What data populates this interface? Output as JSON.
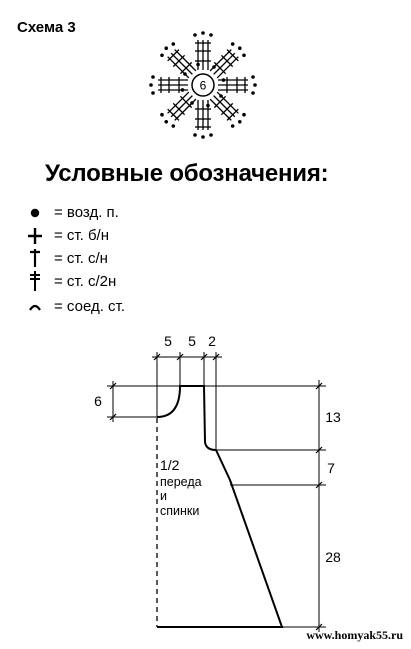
{
  "scheme": {
    "title": "Схема 3",
    "center_label": "6"
  },
  "legend": {
    "title": "Условные обозначения:",
    "items": [
      {
        "icon": "dot-icon",
        "text": "= возд. п."
      },
      {
        "icon": "cross-icon",
        "text": "= ст. б/н"
      },
      {
        "icon": "dagger-icon",
        "text": "= ст. с/н"
      },
      {
        "icon": "double-dagger-icon",
        "text": "= ст. с/2н"
      },
      {
        "icon": "arc-icon",
        "text": "= соед. ст."
      }
    ]
  },
  "pattern": {
    "dims": {
      "top_left": "5",
      "top_mid": "5",
      "top_right": "2",
      "left_neck": "6",
      "right_upper": "13",
      "right_mid": "7",
      "right_lower": "28"
    },
    "label_line1": "1/2",
    "label_line2": "переда",
    "label_line3": "и",
    "label_line4": "спинки"
  },
  "watermark": "www.homyak55.ru"
}
